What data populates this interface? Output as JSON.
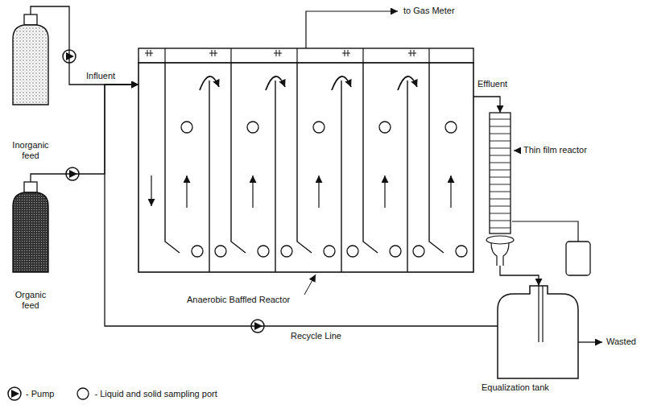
{
  "diagram": {
    "nodes": [
      {
        "text": [
          "Inorganic feed"
        ]
      },
      {
        "text": [
          "Organic feed"
        ]
      },
      {
        "text": [
          "Anaerobic Baffled Reactor"
        ]
      },
      {
        "text": [
          "Thin film reactor"
        ]
      },
      {
        "text": [
          "Equalization tank"
        ]
      }
    ],
    "edges": [
      {
        "from": 0,
        "to": 2,
        "arrow": "to",
        "label": "Influent"
      },
      {
        "from": 1,
        "to": 2,
        "arrow": "to"
      },
      {
        "from": 2,
        "to": 3,
        "arrow": "to",
        "label": "Effluent"
      },
      {
        "from": 3,
        "to": 4,
        "arrow": "to"
      },
      {
        "from": 4,
        "to": 2,
        "arrow": "to",
        "label": "Recycle Line"
      }
    ],
    "labels": [
      "to Gas Meter",
      "Wasted"
    ],
    "legend": [
      {
        "text": "- Pump"
      },
      {
        "text": "- Liquid and solid sampling port"
      }
    ]
  }
}
